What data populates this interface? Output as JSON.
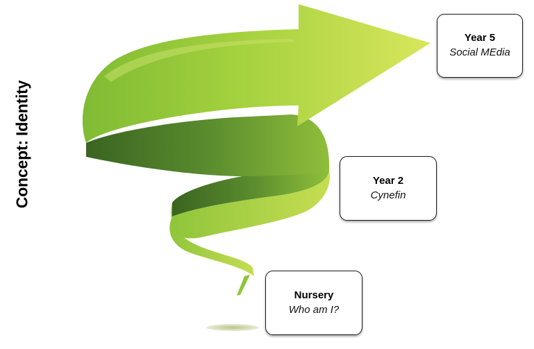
{
  "concept_label": "Concept: Identity",
  "colors": {
    "arrow_light": "#D6E55A",
    "arrow_mid": "#97CB3C",
    "arrow_dark": "#3E6A23",
    "box_border": "#1a1a1a",
    "text": "#000000"
  },
  "stages": {
    "year5": {
      "title": "Year 5",
      "topic": "Social MEdia"
    },
    "year2": {
      "title": "Year 2",
      "topic": "Cynefin"
    },
    "nursery": {
      "title": "Nursery",
      "topic": "Who am I?"
    }
  }
}
